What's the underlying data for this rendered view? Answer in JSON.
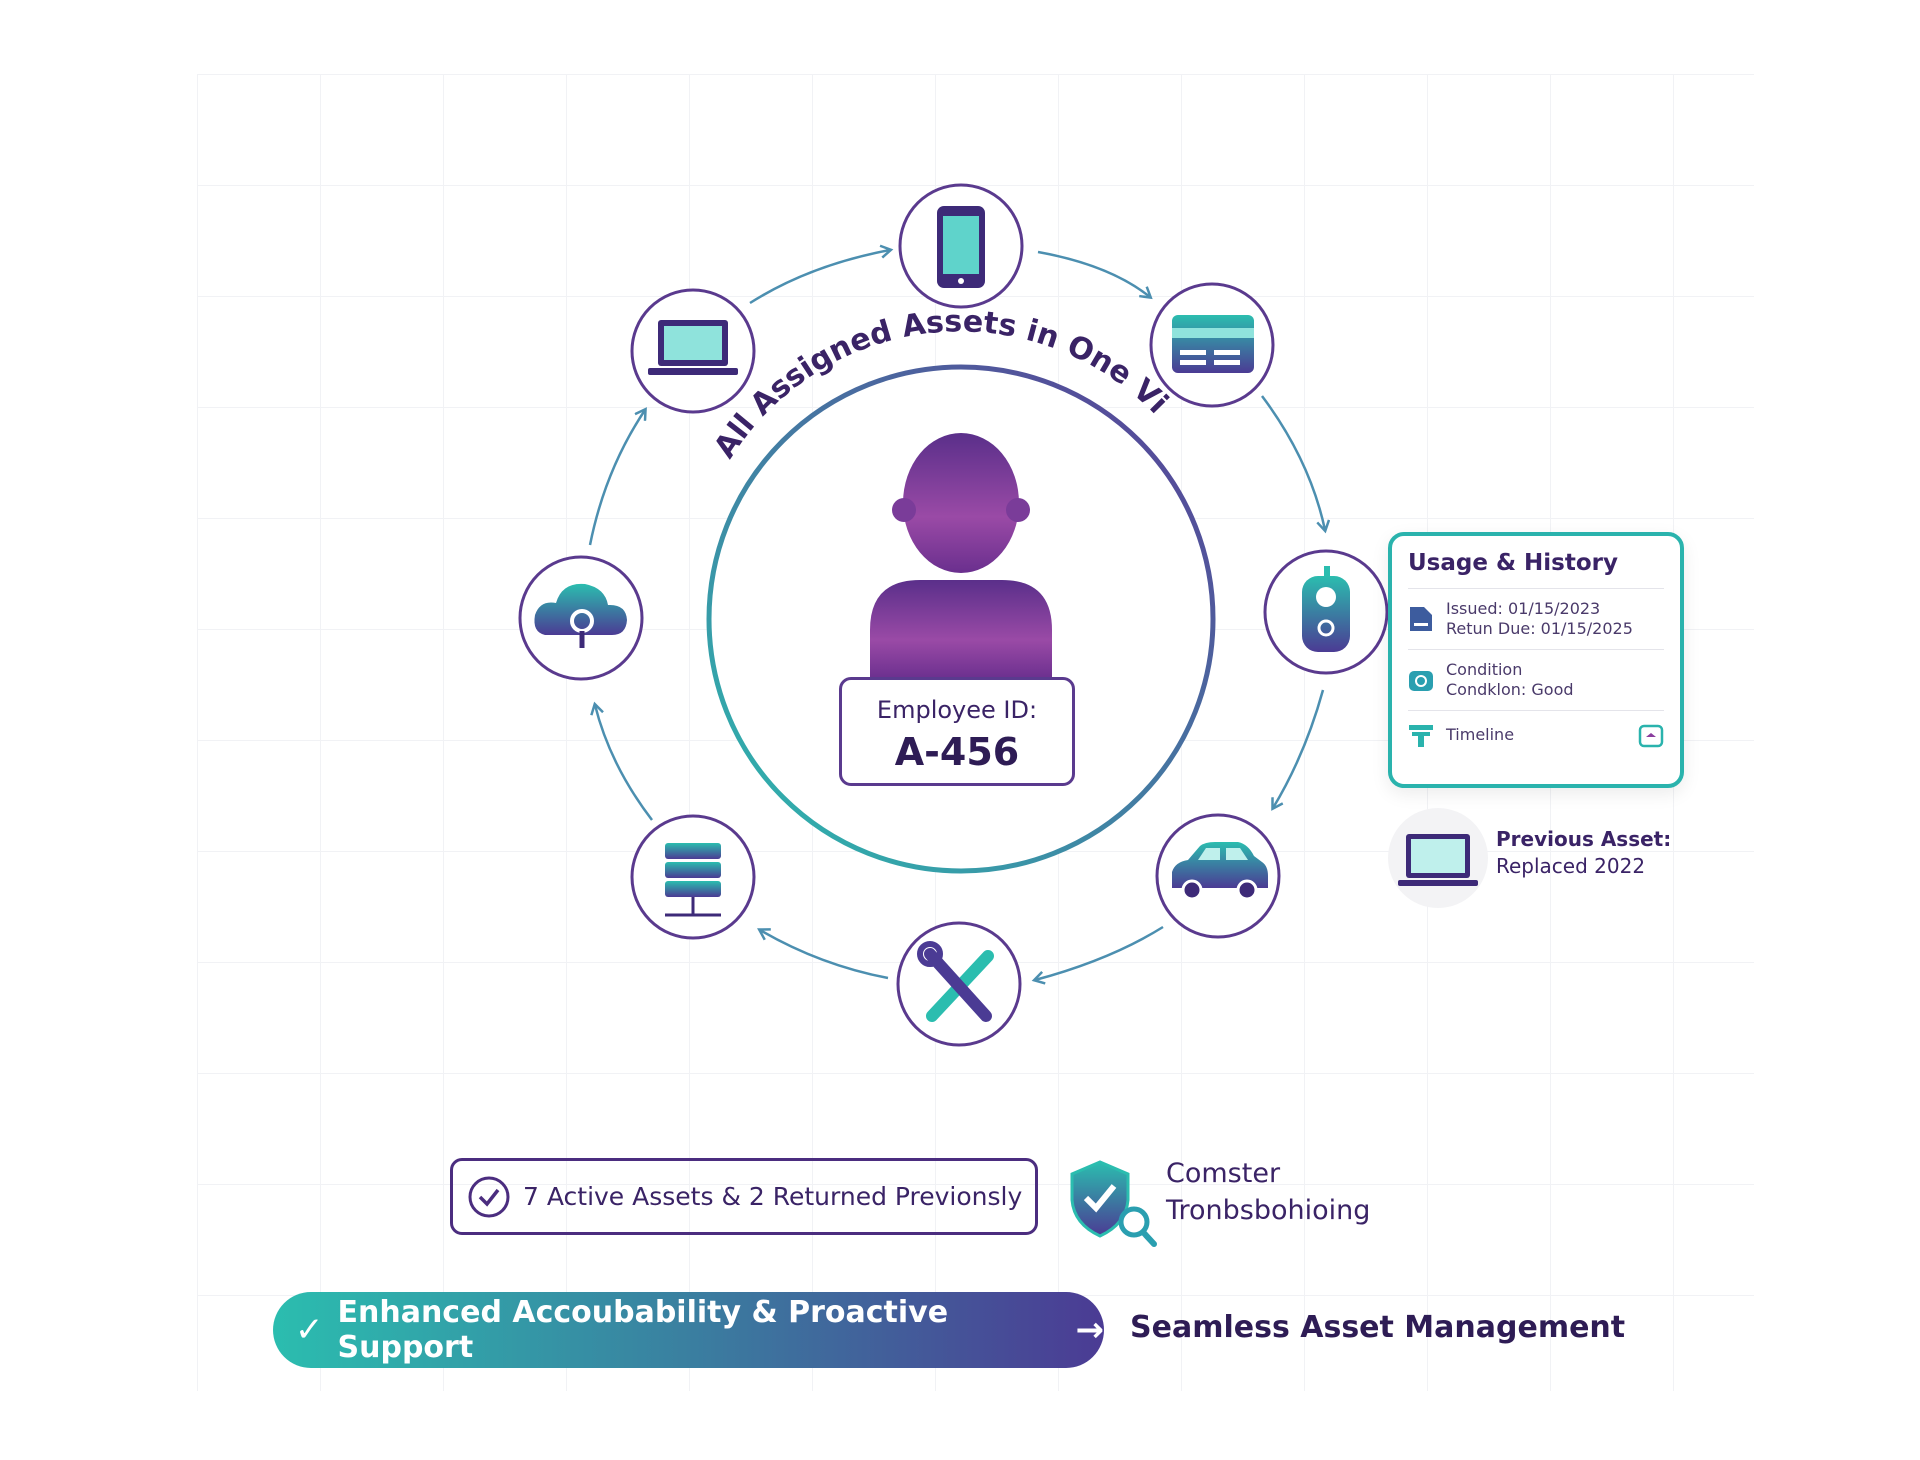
{
  "title_arc": "All Assigned Assets in One View",
  "employee": {
    "label": "Employee ID:",
    "id": "A-456"
  },
  "assets": [
    {
      "name": "phone-icon"
    },
    {
      "name": "credit-card-icon"
    },
    {
      "name": "walkie-talkie-icon"
    },
    {
      "name": "car-icon"
    },
    {
      "name": "tools-icon"
    },
    {
      "name": "server-icon"
    },
    {
      "name": "cloud-key-icon"
    },
    {
      "name": "laptop-icon"
    }
  ],
  "panel": {
    "title": "Usage & History",
    "issued": "Issued: 01/15/2023",
    "return_due": "Retun Due: 01/15/2025",
    "condition_label": "Condition",
    "condition_value": "Condklon: Good",
    "timeline": "Timeline"
  },
  "previous_asset": {
    "line1": "Previous Asset:",
    "line2": "Replaced 2022"
  },
  "stats": "7 Active Assets & 2 Returned Previonsly",
  "side_caption": {
    "line1": "Comster",
    "line2": "Tronbsbohioing"
  },
  "pill": "Enhanced Accoubability & Proactive Support",
  "seamless": "Seamless Asset Management",
  "colors": {
    "teal": "#2ab3ad",
    "purple": "#4b2d7f",
    "violet": "#8a3d9e"
  }
}
